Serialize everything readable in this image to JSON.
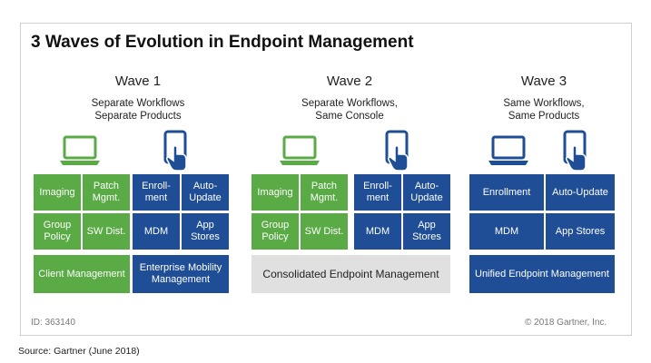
{
  "title": "3 Waves of Evolution in Endpoint Management",
  "waves": [
    {
      "name": "Wave 1",
      "subtitle_line1": "Separate Workflows",
      "subtitle_line2": "Separate Products"
    },
    {
      "name": "Wave 2",
      "subtitle_line1": "Separate Workflows,",
      "subtitle_line2": "Same Console"
    },
    {
      "name": "Wave 3",
      "subtitle_line1": "Same Workflows,",
      "subtitle_line2": "Same Products"
    }
  ],
  "wave1": {
    "green_cells": [
      "Imaging",
      "Patch Mgmt.",
      "Group Policy",
      "SW Dist."
    ],
    "blue_cells": [
      "Enroll-ment",
      "Auto-Update",
      "MDM",
      "App Stores"
    ],
    "client_label": "Client Management",
    "mobility_label": "Enterprise Mobility Management"
  },
  "wave2": {
    "green_cells": [
      "Imaging",
      "Patch Mgmt.",
      "Group Policy",
      "SW Dist."
    ],
    "blue_cells": [
      "Enroll-ment",
      "Auto-Update",
      "MDM",
      "App Stores"
    ],
    "consolidated_label": "Consolidated Endpoint Management"
  },
  "wave3": {
    "blue_cells": [
      "Enrollment",
      "Auto-Update",
      "MDM",
      "App Stores"
    ],
    "unified_label": "Unified Endpoint Management"
  },
  "footer": {
    "id": "ID: 363140",
    "copyright": "© 2018 Gartner, Inc."
  },
  "source": "Source: Gartner (June 2018)",
  "colors": {
    "green": "#5aab45",
    "blue": "#1f4e97",
    "gray": "#e0e0e0"
  },
  "icons": [
    "laptop-icon",
    "tablet-touch-icon"
  ]
}
